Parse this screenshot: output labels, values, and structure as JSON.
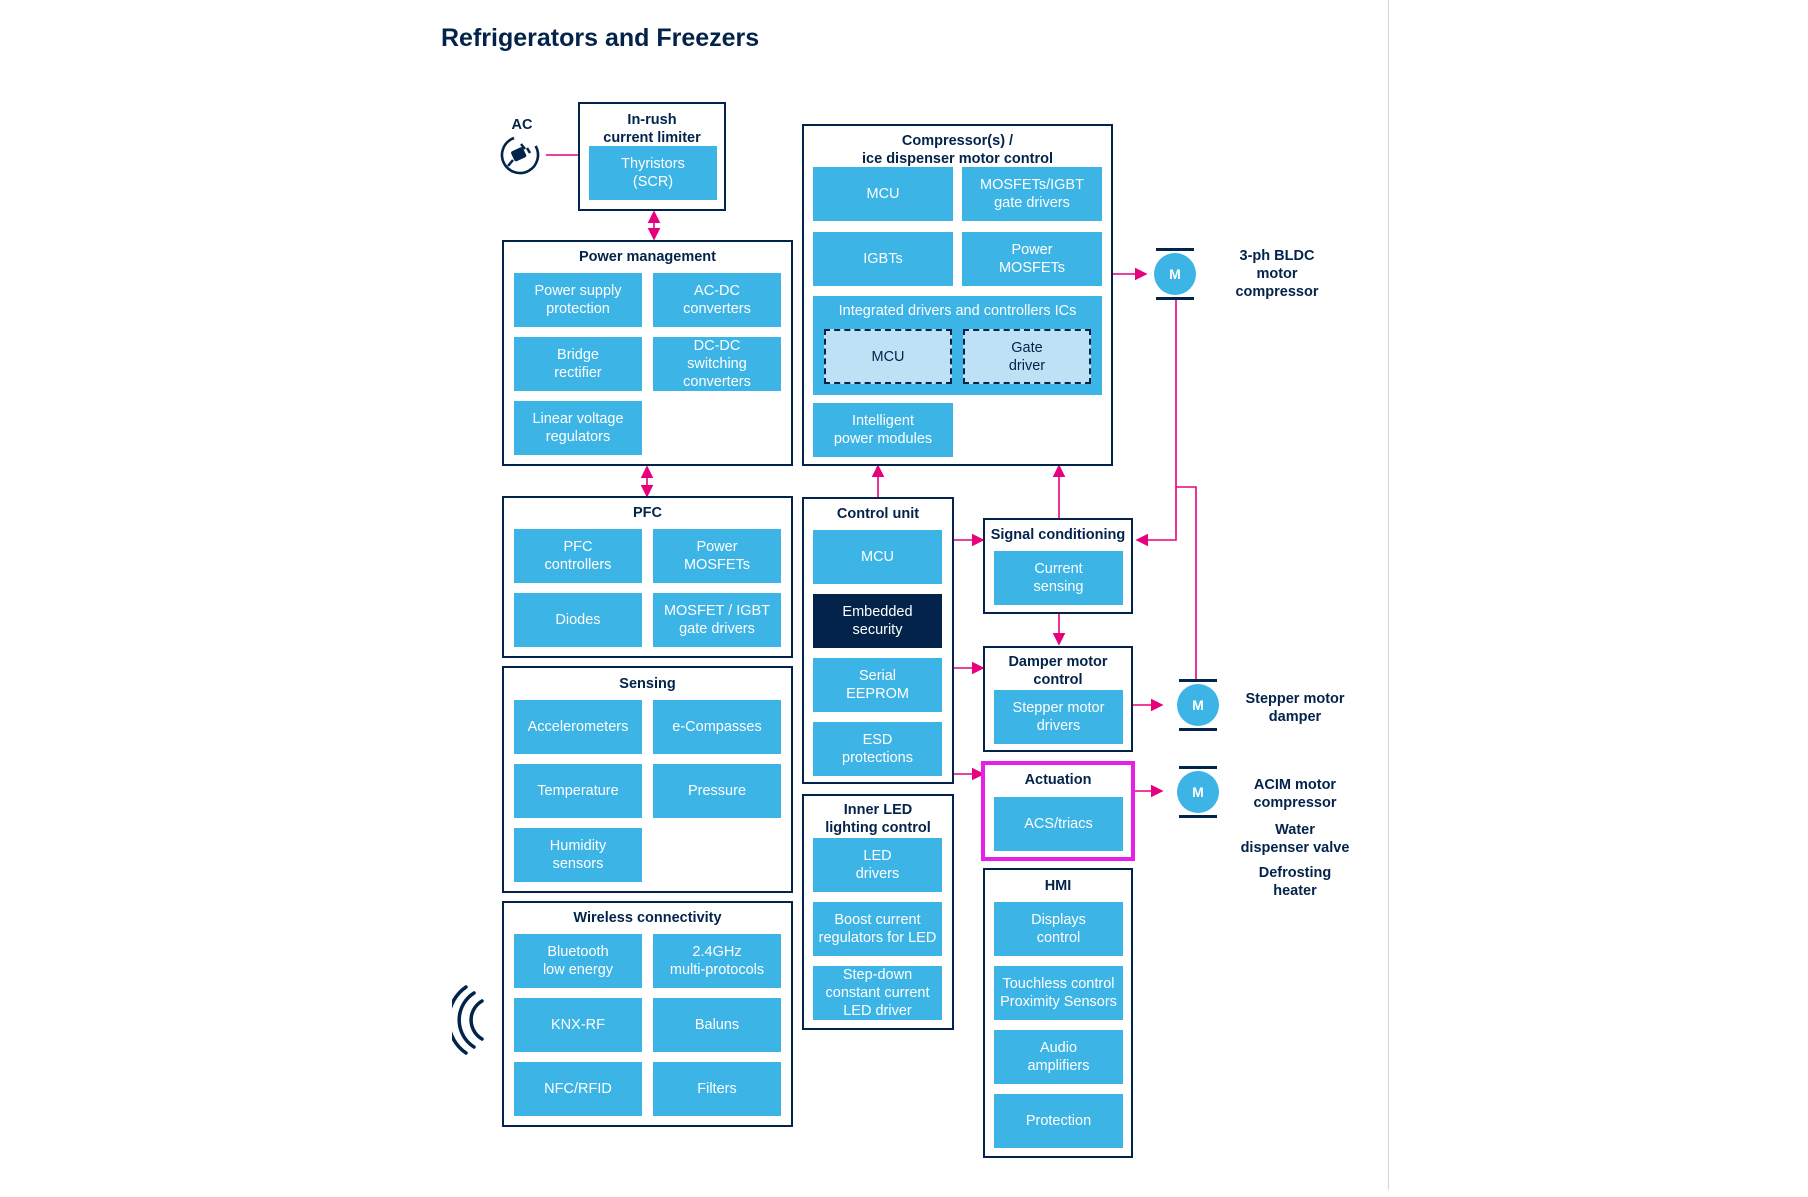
{
  "title": "Refrigerators and Freezers",
  "colors": {
    "navy": "#03234b",
    "block": "#3cb4e6",
    "light_block": "#bee1f5",
    "connector": "#e6007e",
    "highlight": "#e620e6"
  },
  "ac": {
    "label": "AC",
    "icon": "ac-plug-icon"
  },
  "inrush": {
    "title": "In-rush\ncurrent limiter",
    "items": [
      "Thyristors\n(SCR)"
    ]
  },
  "power": {
    "title": "Power management",
    "items": [
      "Power supply\nprotection",
      "AC-DC\nconverters",
      "Bridge\nrectifier",
      "DC-DC\nswitching\nconverters",
      "Linear voltage\nregulators"
    ]
  },
  "pfc": {
    "title": "PFC",
    "items": [
      "PFC\ncontrollers",
      "Power\nMOSFETs",
      "Diodes",
      "MOSFET / IGBT\ngate drivers"
    ]
  },
  "sensing": {
    "title": "Sensing",
    "items": [
      "Accelerometers",
      "e-Compasses",
      "Temperature",
      "Pressure",
      "Humidity\nsensors"
    ]
  },
  "wireless": {
    "title": "Wireless connectivity",
    "icon": "wireless-signal-icon",
    "items": [
      "Bluetooth\nlow energy",
      "2.4GHz\nmulti-protocols",
      "KNX-RF",
      "Baluns",
      "NFC/RFID",
      "Filters"
    ]
  },
  "compressor": {
    "title": "Compressor(s) /\nice dispenser motor control",
    "items": [
      "MCU",
      "MOSFETs/IGBT\ngate drivers",
      "IGBTs",
      "Power\nMOSFETs",
      "Intelligent\npower modules"
    ],
    "integrated": {
      "title": "Integrated drivers and controllers ICs",
      "items": [
        "MCU",
        "Gate\ndriver"
      ]
    }
  },
  "control": {
    "title": "Control unit",
    "items": [
      "MCU",
      "Embedded\nsecurity",
      "Serial\nEEPROM",
      "ESD\nprotections"
    ]
  },
  "led": {
    "title": "Inner LED\nlighting control",
    "items": [
      "LED\ndrivers",
      "Boost current\nregulators for LED",
      "Step-down\nconstant current\nLED driver"
    ]
  },
  "signal": {
    "title": "Signal conditioning",
    "items": [
      "Current\nsensing"
    ]
  },
  "damper": {
    "title": "Damper motor\ncontrol",
    "items": [
      "Stepper motor\ndrivers"
    ]
  },
  "actuation": {
    "title": "Actuation",
    "items": [
      "ACS/triacs"
    ]
  },
  "hmi": {
    "title": "HMI",
    "items": [
      "Displays\ncontrol",
      "Touchless control\nProximity Sensors",
      "Audio\namplifiers",
      "Protection"
    ]
  },
  "motors": [
    {
      "symbol": "M",
      "label": "3-ph BLDC\nmotor\ncompressor"
    },
    {
      "symbol": "M",
      "label": "Stepper motor\ndamper"
    },
    {
      "symbol": "M",
      "label": "ACIM motor\ncompressor"
    }
  ],
  "extra_loads": [
    "Water\ndispenser valve",
    "Defrosting\nheater"
  ]
}
